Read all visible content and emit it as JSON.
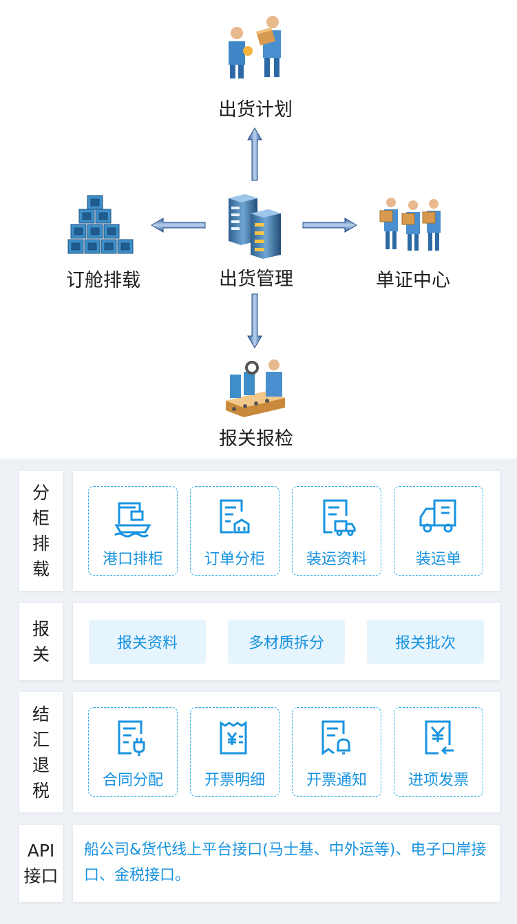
{
  "flow": {
    "top": "出货计划",
    "left": "订舱排载",
    "center": "出货管理",
    "right": "单证中心",
    "bottom": "报关报检"
  },
  "sections": [
    {
      "side": "分柜排载",
      "tiles": [
        {
          "label": "港口排柜",
          "icon": "port-crane-icon"
        },
        {
          "label": "订单分柜",
          "icon": "order-container-icon"
        },
        {
          "label": "装运资料",
          "icon": "shipping-doc-truck-icon"
        },
        {
          "label": "装运单",
          "icon": "delivery-truck-icon"
        }
      ]
    },
    {
      "side": "报关",
      "pills": [
        "报关资料",
        "多材质拆分",
        "报关批次"
      ]
    },
    {
      "side": "结汇退税",
      "tiles": [
        {
          "label": "合同分配",
          "icon": "contract-plug-icon"
        },
        {
          "label": "开票明细",
          "icon": "receipt-yen-icon"
        },
        {
          "label": "开票通知",
          "icon": "invoice-bell-icon"
        },
        {
          "label": "进项发票",
          "icon": "yen-invoice-icon"
        }
      ]
    },
    {
      "side": "API接口",
      "text": "船公司&货代线上平台接口(马士基、中外运等)、电子口岸接口、金税接口。"
    }
  ],
  "colors": {
    "accent": "#1893e0",
    "tile_border": "#29a8e8",
    "pill_bg": "#e6f4fd",
    "band_bg": "#eef2f6",
    "arrow": "#4a7fc1"
  }
}
